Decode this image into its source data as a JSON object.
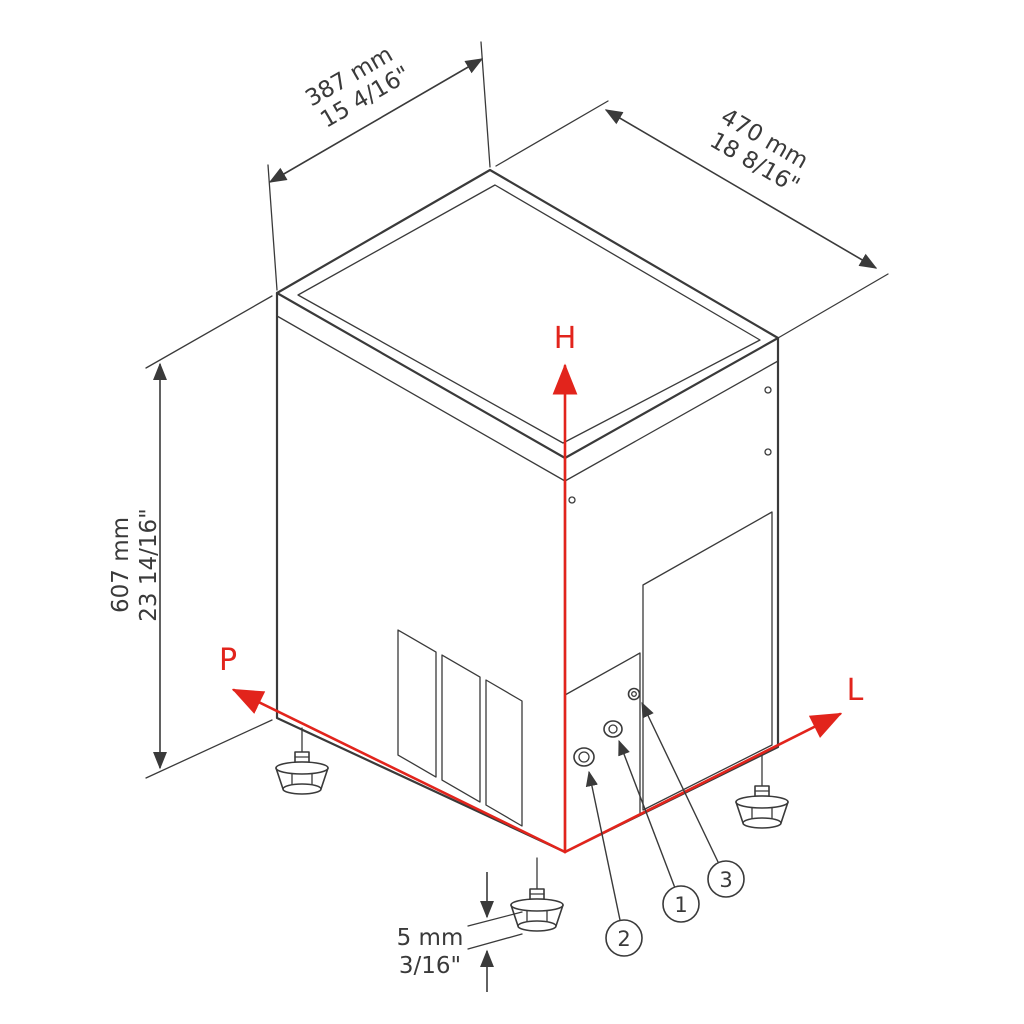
{
  "diagram": {
    "type": "isometric-dimension-drawing",
    "subject": "ice-maker-cabinet",
    "dimensions": {
      "width": {
        "mm": "387 mm",
        "inch": "15 4/16\""
      },
      "depth": {
        "mm": "470 mm",
        "inch": "18 8/16\""
      },
      "height": {
        "mm": "607 mm",
        "inch": "23 14/16\""
      },
      "foot": {
        "mm": "5 mm",
        "inch": "3/16\""
      }
    },
    "axes": {
      "p": "P",
      "h": "H",
      "l": "L"
    },
    "callouts": {
      "c1": "1",
      "c2": "2",
      "c3": "3"
    },
    "colors": {
      "line": "#3a3a3a",
      "accent": "#e2241c",
      "background": "#ffffff"
    }
  }
}
